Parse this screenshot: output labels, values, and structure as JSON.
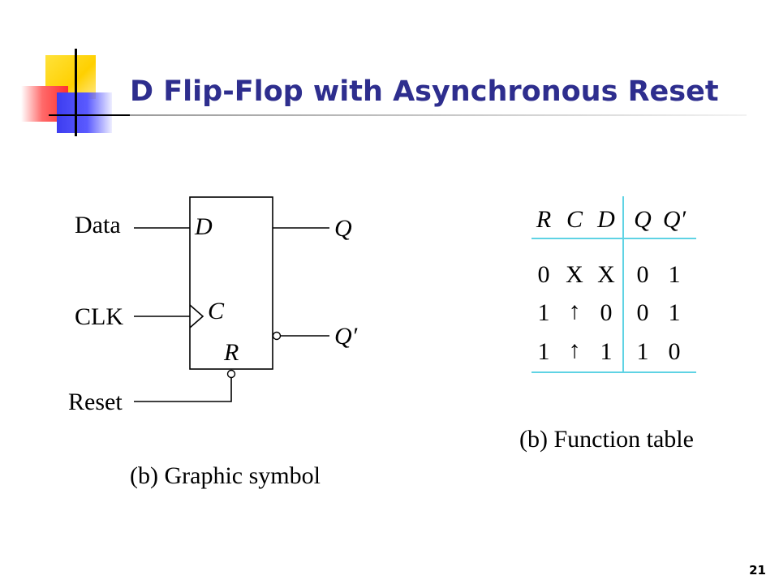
{
  "slide": {
    "title": "D Flip-Flop with Asynchronous Reset",
    "page_number": "21"
  },
  "symbol": {
    "inputs": {
      "data": "Data",
      "clk": "CLK",
      "reset": "Reset"
    },
    "pins": {
      "d": "D",
      "c": "C",
      "r": "R"
    },
    "outputs": {
      "q": "Q",
      "q_not": "Q′"
    },
    "caption": "(b) Graphic symbol"
  },
  "function_table": {
    "headers": [
      "R",
      "C",
      "D",
      "Q",
      "Q′"
    ],
    "rows": [
      [
        "0",
        "X",
        "X",
        "0",
        "1"
      ],
      [
        "1",
        "↑",
        "0",
        "0",
        "1"
      ],
      [
        "1",
        "↑",
        "1",
        "1",
        "0"
      ]
    ],
    "caption": "(b) Function table",
    "line_color": "#5fd3e4"
  }
}
